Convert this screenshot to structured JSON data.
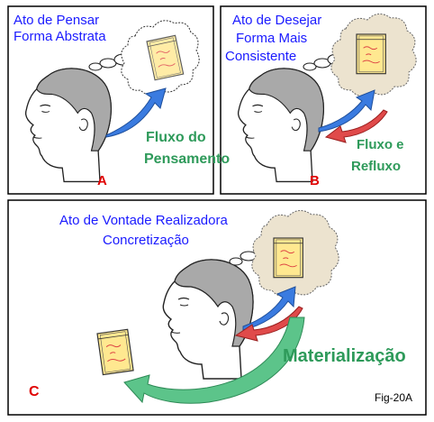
{
  "panels": {
    "a": {
      "title_line1": "Ato de Pensar",
      "title_line2": "Forma Abstrata",
      "flow_line1": "Fluxo do",
      "flow_line2": "Pensamento",
      "letter": "A"
    },
    "b": {
      "title_line1": "Ato de Desejar",
      "title_line2": "Forma Mais",
      "title_line3": "Consistente",
      "flow_line1": "Fluxo  e",
      "flow_line2": "Refluxo",
      "letter": "B"
    },
    "c": {
      "title_line1": "Ato de Vontade Realizadora",
      "title_line2": "Concretização",
      "materialization": "Materialização",
      "letter": "C",
      "figure_id": "Fig-20A"
    }
  },
  "colors": {
    "title_text": "#1a1aff",
    "flow_text": "#2e9a5a",
    "letter_text": "#e00000",
    "thought_arrow": "#3a7be0",
    "reflux_arrow": "#e04a4a",
    "materialization_arrow": "#5cc48a",
    "head": "#a9a9a9",
    "book": "#ffe890",
    "cloud_dense": "#ece3cf"
  }
}
